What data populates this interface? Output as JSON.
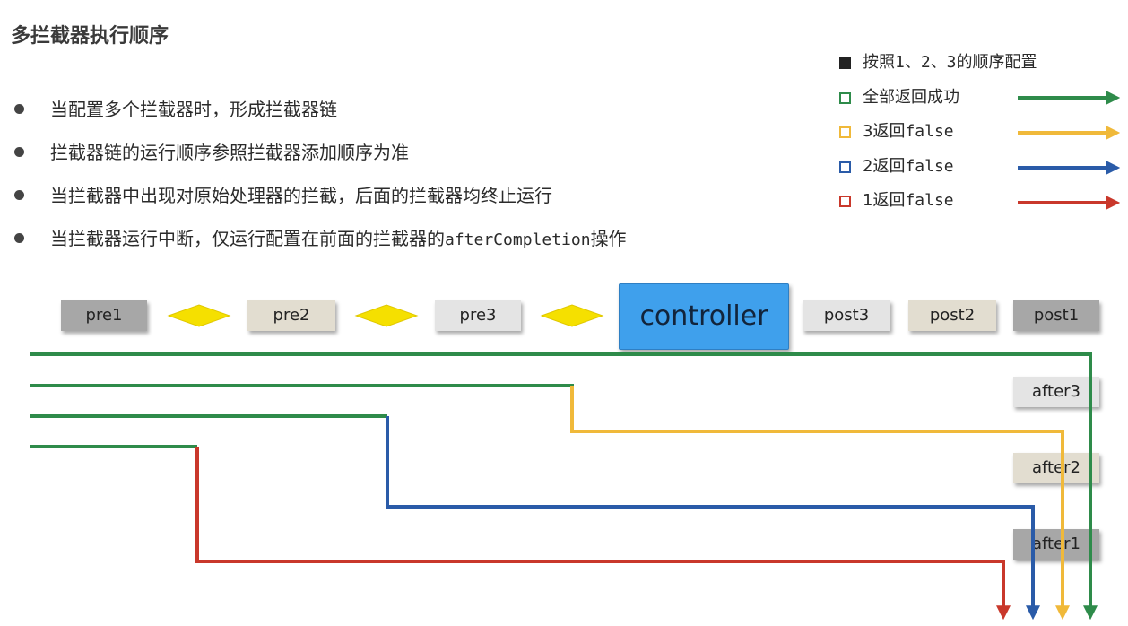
{
  "title": "多拦截器执行顺序",
  "bullets": [
    {
      "text": "当配置多个拦截器时，形成拦截器链"
    },
    {
      "text": "拦截器链的运行顺序参照拦截器添加顺序为准"
    },
    {
      "text": "当拦截器中出现对原始处理器的拦截，后面的拦截器均终止运行"
    },
    {
      "text_before": "当拦截器运行中断，仅运行配置在前面的拦截器的",
      "code": "afterCompletion",
      "text_after": "操作"
    }
  ],
  "legend": [
    {
      "text_num": "按照",
      "mono": "1、2、3",
      "text_after": "的顺序配置",
      "color": "#222222",
      "style": "filled"
    },
    {
      "text_num": "全部返回成功",
      "mono": "",
      "text_after": "",
      "color": "#2e8b4a",
      "style": "outline"
    },
    {
      "text_num": "3返回",
      "mono": "false",
      "text_after": "",
      "color": "#f0b93a",
      "style": "outline"
    },
    {
      "text_num": "2返回",
      "mono": "false",
      "text_after": "",
      "color": "#2a5ba8",
      "style": "outline"
    },
    {
      "text_num": "1返回",
      "mono": "false",
      "text_after": "",
      "color": "#c9382b",
      "style": "outline"
    }
  ],
  "boxes": {
    "pre1": "pre1",
    "pre2": "pre2",
    "pre3": "pre3",
    "controller": "controller",
    "post3": "post3",
    "post2": "post2",
    "post1": "post1",
    "after3": "after3",
    "after2": "after2",
    "after1": "after1"
  },
  "colors": {
    "green": "#2e8b4a",
    "yellow": "#f0b93a",
    "blue": "#2a5ba8",
    "red": "#c9382b",
    "controller": "#3fa0ec",
    "diamond": "#f5e000"
  }
}
